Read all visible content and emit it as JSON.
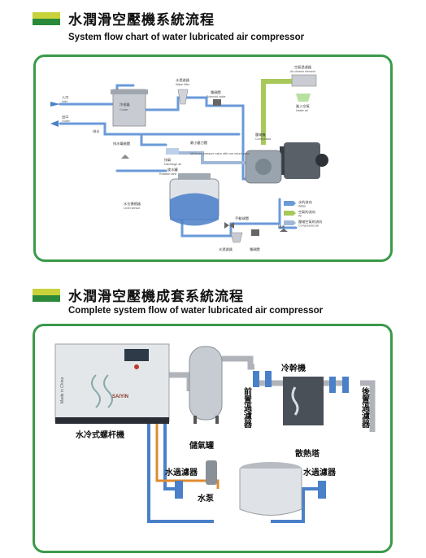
{
  "section1": {
    "title": "水潤滑空壓機系統流程",
    "subtitle": "System flow chart of water lubricated air compressor"
  },
  "section2": {
    "title": "水潤滑空壓機成套系統流程",
    "subtitle": "Complete system flow of water lubricated air compressor"
  },
  "diagram1": {
    "labels": {
      "inlet": "入口",
      "inlet_en": "Inlet",
      "outlet": "出口",
      "outlet_en": "Outlet",
      "cooler": "冷卻器",
      "cooler_en": "Cooler",
      "water_filter": "水過濾器",
      "water_filter_en": "Water filter",
      "solenoid_valve": "電磁閥",
      "solenoid_valve_en": "Solenoid valve",
      "air_cleaner": "空氣過濾器",
      "air_cleaner_en": "Air cleaner element",
      "intake_air": "進入空氣",
      "intake_air_en": "Intake air",
      "drain": "排水",
      "drain_solenoid": "排水電磁閥",
      "discharge_air": "排氣",
      "discharge_air_en": "Discharge air",
      "min_pressure_valve": "最小壓力閥",
      "min_pressure_valve_en": "Minimum pressure valve with non return valve",
      "compressor": "壓縮機",
      "compressor_en": "Compressor",
      "rotation_tank": "旋水罐",
      "rotation_tank_en": "Rotation tank",
      "level_sensor": "水位傳感器",
      "level_sensor_en": "Level sensor",
      "manual_valve": "手動球閥",
      "water_filter2": "水過濾器",
      "solenoid_valve2": "電磁閥",
      "drain2": "排水",
      "legend_water": "水的流向",
      "legend_water_en": "Water",
      "legend_air": "空氣的流向",
      "legend_air_en": "Air",
      "legend_compressed": "壓縮空氣的流向",
      "legend_compressed_en": "Compressed air"
    }
  },
  "diagram2": {
    "labels": {
      "machine_brand": "SAIYIN",
      "machine_side": "Made in China",
      "screw_machine": "水冷式螺杆機",
      "air_tank": "儲氣罐",
      "pre_filter": "前置過濾器",
      "dryer": "冷幹機",
      "post_filter": "後置過濾器",
      "water_filter": "水過濾器",
      "water_pump": "水泵",
      "cooling_tower": "散熱塔",
      "water_filter_right": "水過濾器"
    }
  },
  "colors": {
    "panel_border": "#3a9a4a",
    "accent_green": "#c8d23a",
    "water_pipe": "#4a80c8",
    "orange_pipe": "#e08a30",
    "air_pipe": "#a8c85a"
  }
}
